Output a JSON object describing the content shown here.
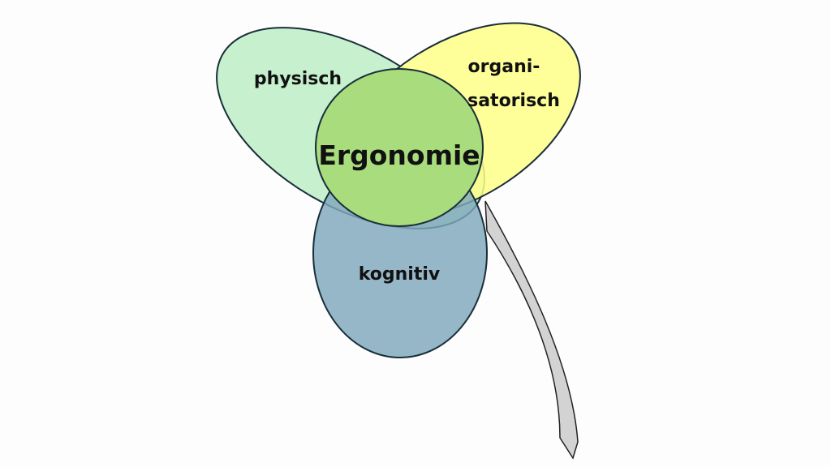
{
  "diagram": {
    "center_label": "Ergonomie",
    "petals": [
      {
        "label": "physisch",
        "color": "#c6f0ce"
      },
      {
        "label_line1": "organi-",
        "label_line2": "satorisch",
        "color": "#ffff88"
      },
      {
        "label": "kognitiv",
        "color": "#95b5c6"
      }
    ],
    "center_color": "#a8dc7c",
    "stem_color": "#d3d3d3",
    "outline_color": "#1a2e3a"
  }
}
